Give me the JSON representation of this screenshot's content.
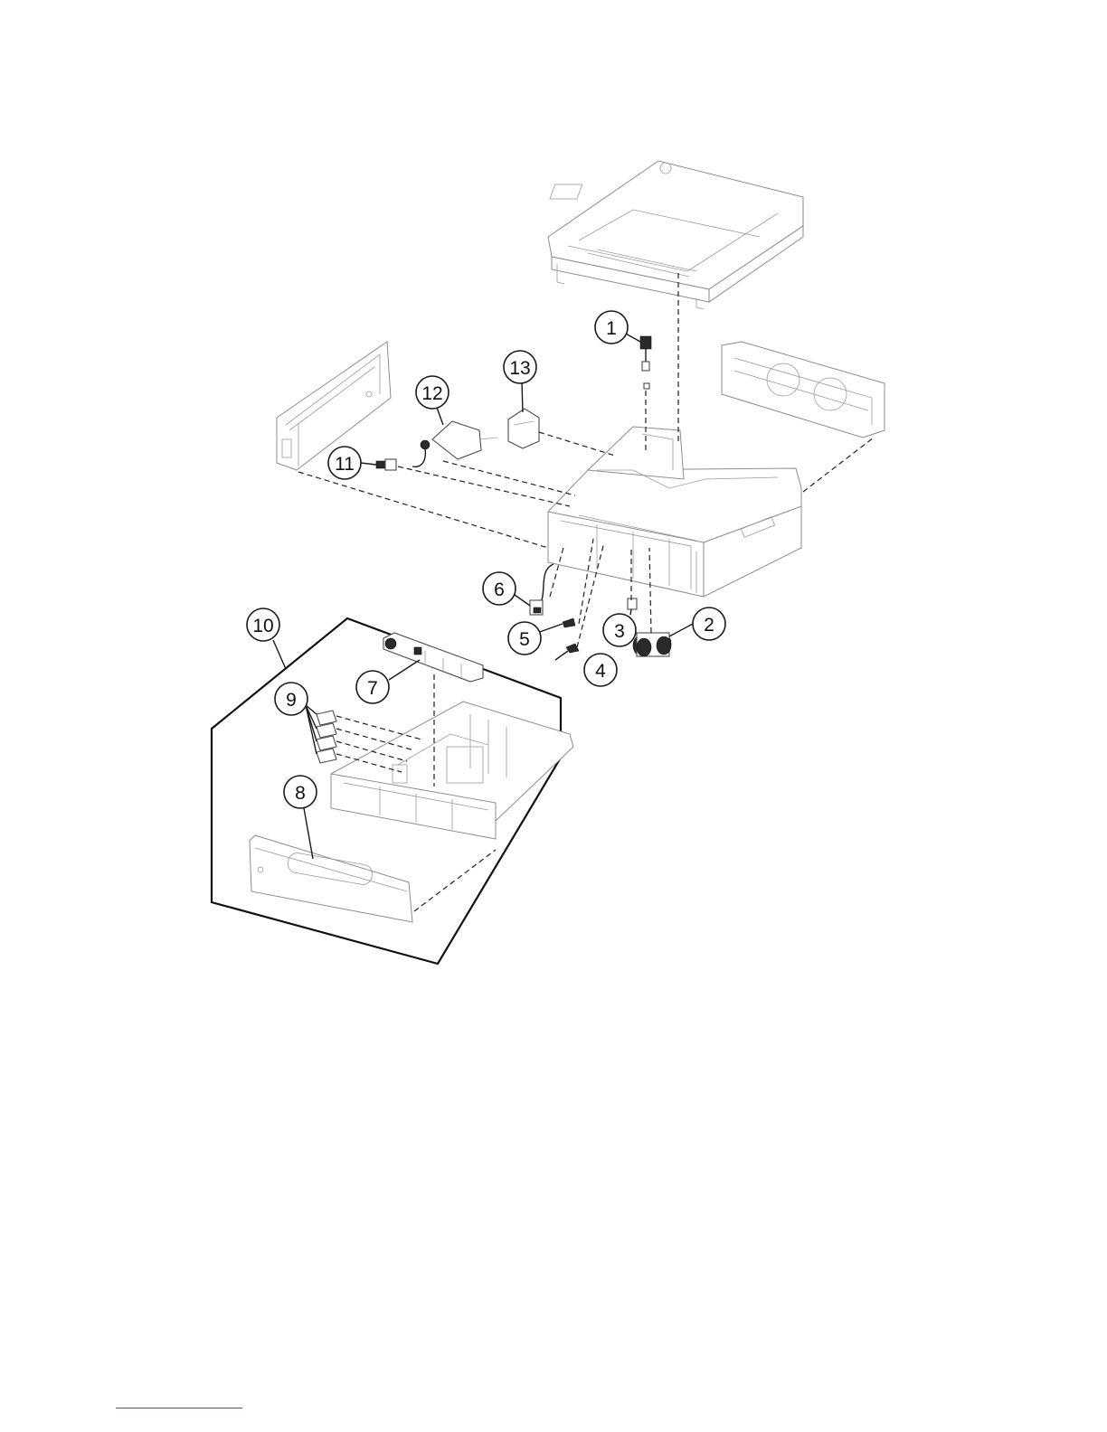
{
  "diagram": {
    "callouts": [
      "1",
      "2",
      "3",
      "4",
      "5",
      "6",
      "7",
      "8",
      "9",
      "10",
      "11",
      "12",
      "13"
    ]
  },
  "colors": {
    "line": "#1a1a1a",
    "part_outline": "#8c8c8c",
    "footer_rule": "#3a4fd0"
  }
}
